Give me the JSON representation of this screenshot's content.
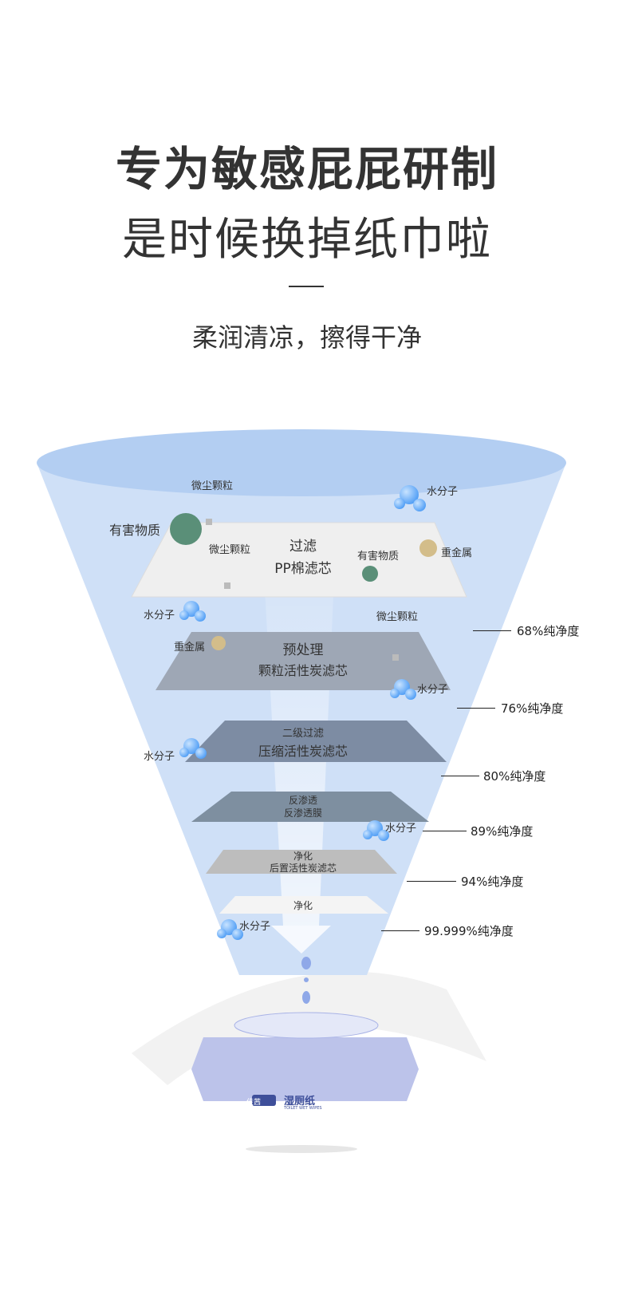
{
  "heading": {
    "line1": "专为敏感屁屁研制",
    "line2": "是时候换掉纸巾啦",
    "subtitle": "柔润清凉，擦得干净"
  },
  "particles": {
    "dust": "微尘颗粒",
    "water": "水分子",
    "harmful": "有害物质",
    "metal": "重金属"
  },
  "layers": [
    {
      "title": "过滤",
      "name": "PP棉滤芯",
      "purity": "68%纯净度"
    },
    {
      "title": "预处理",
      "name": "颗粒活性炭滤芯",
      "purity": "76%纯净度"
    },
    {
      "title": "二级过滤",
      "name": "压缩活性炭滤芯",
      "purity": "80%纯净度"
    },
    {
      "title": "反渗透",
      "name": "反渗透膜",
      "purity": "89%纯净度"
    },
    {
      "title": "净化",
      "name": "后置活性炭滤芯",
      "purity": "94%纯净度"
    },
    {
      "title": "净化",
      "name": "",
      "purity": "99.999%纯净度"
    }
  ],
  "product": {
    "brand": "佳茜",
    "name": "湿厕纸",
    "english": "TOILET WET WIPES"
  },
  "colors": {
    "funnel": "#cfe0f7",
    "funnel_top": "#b3cef2",
    "water": "#5aa6f7"
  }
}
